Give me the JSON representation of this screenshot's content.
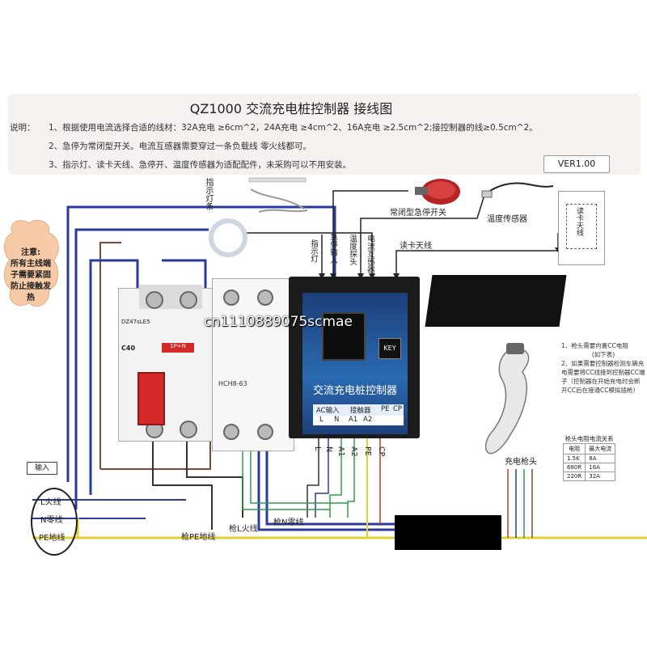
{
  "title": "QZ1000 交流充电桩控制器 接线图",
  "notes": {
    "prefix": "说明：",
    "line1": "1、根据使用电流选择合适的线材：32A充电 ≥6cm^2，24A充电 ≥4cm^2、16A充电 ≥2.5cm^2;接控制器的线≥0.5cm^2。",
    "line2": "2、急停为常闭型开关。电流互感器需要穿过一条负载线 零火线都可。",
    "line3": "3、指示灯、读卡天线、急停开、温度传感器为适配配件，未采购可以不用安装。"
  },
  "version": "VER1.00",
  "warning": {
    "line1": "注意:",
    "line2": "所有主线端",
    "line3": "子需要紧固",
    "line4": "防止接触发",
    "line5": "热"
  },
  "components": {
    "led_label": "指示灯条",
    "estop_label": "常闭型急停开关",
    "temp_label": "温度传感器",
    "rfid_label": "读卡天线",
    "plug_label": "充电枪头",
    "controller_title": "交流充电桩控制器",
    "controller_key": "KEY",
    "breaker_model": "DZ47sLE5",
    "breaker_rating": "C40",
    "breaker_pole": "1P+N",
    "contactor_model": "HCH8-63"
  },
  "wire_labels_vertical": [
    "指示灯",
    "急停输入",
    "温度探头",
    "电流互感器"
  ],
  "rfid_wire": "读卡天线",
  "terminal_labels": [
    "L",
    "N",
    "A1",
    "A2",
    "PE",
    "CP"
  ],
  "terminal_header": {
    "ac_in": "AC输入",
    "contactor": "接触器",
    "pe": "PE",
    "cp": "CP",
    "l": "L",
    "n": "N",
    "a1": "A1",
    "a2": "A2"
  },
  "input_tag": "输入",
  "input_lines": [
    "L火线",
    "N零线",
    "PE地线"
  ],
  "gun_lines": {
    "l": "枪L火线",
    "n": "枪N零线",
    "pe": "枪PE地线"
  },
  "plug_info": {
    "line1": "1、枪头需要内置CC电阻",
    "line1b": "(如下表)",
    "line2": "2、如果需要控制器检测车辆充电需要将CC线接到控制器CC端子（控制器在开始充电时会断开CC后在接通CC模拟插枪）"
  },
  "resistor_table": {
    "caption": "枪头电阻电流关系",
    "headers": [
      "电阻",
      "最大电流"
    ],
    "rows": [
      [
        "1.5K",
        "8A"
      ],
      [
        "680R",
        "16A"
      ],
      [
        "220R",
        "32A"
      ]
    ]
  },
  "watermark": "cn1110889075scmae",
  "colors": {
    "live": "#2c3a9e",
    "neutral": "#2c3a9e",
    "pe": "#e0d030",
    "red_wire": "#c0392b",
    "green_wire": "#2e9e4a",
    "brown_wire": "#7a4a3a",
    "dark_wire": "#222222"
  }
}
